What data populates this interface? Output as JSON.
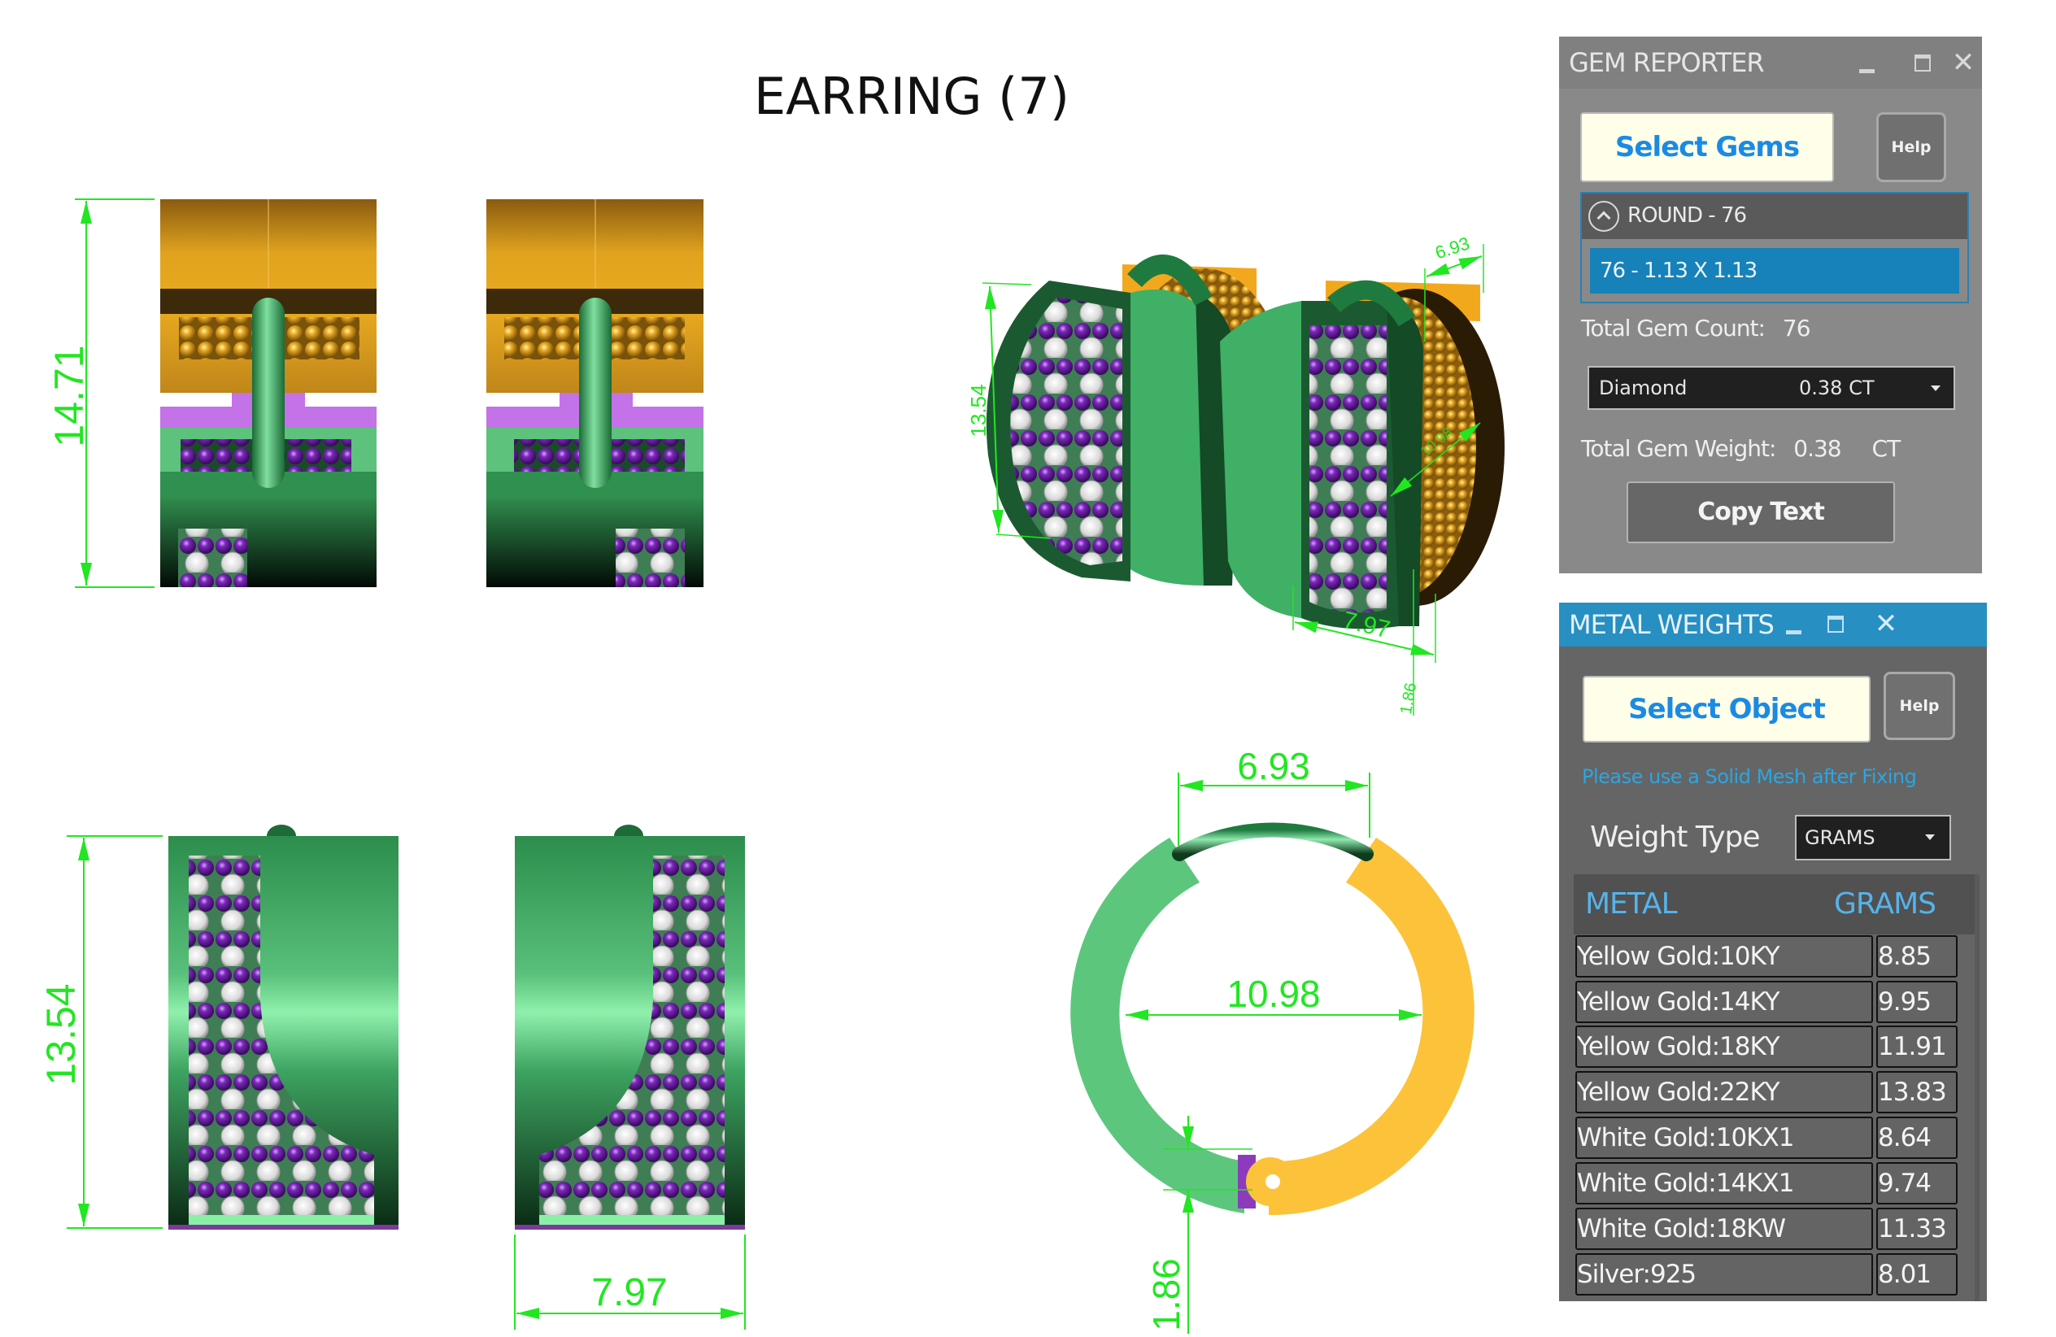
{
  "drawing": {
    "title": "EARRING (7)",
    "dimensions": {
      "front_height": "14.71",
      "side_height": "13.54",
      "side_width": "7.97",
      "hoop_opening": "6.93",
      "inner_diameter": "10.98",
      "band_thickness": "1.86",
      "iso_height": "13.54",
      "iso_opening": "6.93",
      "iso_width": "7.97",
      "iso_thickness": "1.86",
      "iso_diameter": "10.98"
    },
    "colors": {
      "dimension": "#22e622",
      "gold": "#e6a81f",
      "green_metal": "#3fa35f",
      "light_green": "#5dc27c",
      "purple_gem": "#6a1fa0",
      "purple_metal": "#c472e8",
      "ring_yellow": "#fcc33a"
    }
  },
  "gem_reporter": {
    "title": "GEM REPORTER",
    "select_button": "Select Gems",
    "help_button": "Help",
    "group_header": "ROUND - 76",
    "group_item": "76 - 1.13 X 1.13",
    "total_count_label": "Total Gem Count:",
    "total_count_value": "76",
    "gem_type_dropdown": {
      "label": "Diamond",
      "value": "0.38 CT"
    },
    "total_weight_label": "Total Gem Weight:",
    "total_weight_value": "0.38",
    "total_weight_unit": "CT",
    "copy_button": "Copy Text"
  },
  "metal_weights": {
    "title": "METAL WEIGHTS",
    "select_button": "Select Object",
    "help_button": "Help",
    "notice": "Please use a Solid Mesh after Fixing",
    "weight_type_label": "Weight Type",
    "weight_type_value": "GRAMS",
    "table": {
      "headers": [
        "METAL",
        "GRAMS"
      ],
      "rows": [
        {
          "metal": "Yellow Gold:10KY",
          "grams": "8.85"
        },
        {
          "metal": "Yellow Gold:14KY",
          "grams": "9.95"
        },
        {
          "metal": "Yellow Gold:18KY",
          "grams": "11.91"
        },
        {
          "metal": "Yellow Gold:22KY",
          "grams": "13.83"
        },
        {
          "metal": "White Gold:10KX1",
          "grams": "8.64"
        },
        {
          "metal": "White Gold:14KX1",
          "grams": "9.74"
        },
        {
          "metal": "White Gold:18KW",
          "grams": "11.33"
        },
        {
          "metal": "Silver:925",
          "grams": "8.01"
        }
      ]
    }
  }
}
